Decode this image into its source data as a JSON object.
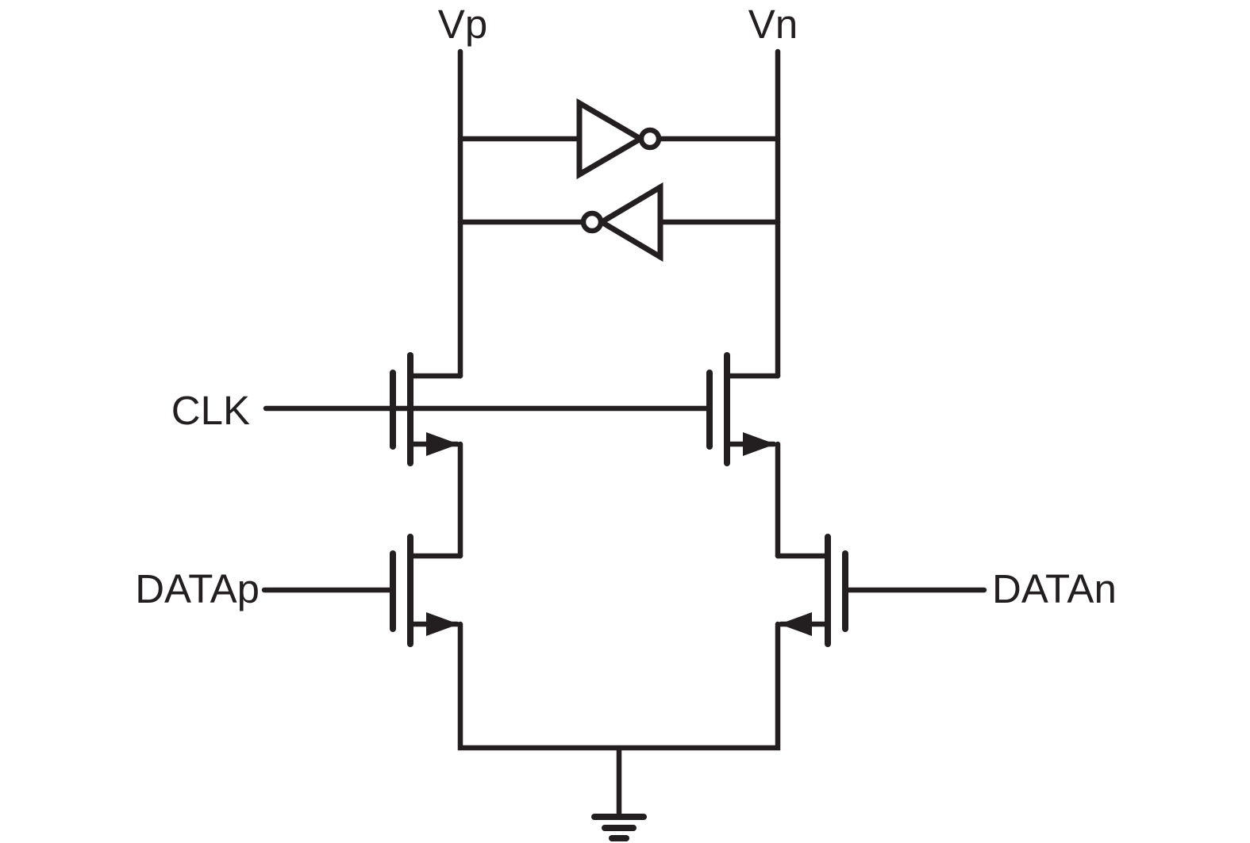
{
  "diagram": {
    "type": "circuit-schematic",
    "labels": {
      "rail_left": "Vp",
      "rail_right": "Vn",
      "clock": "CLK",
      "data_p": "DATAp",
      "data_n": "DATAn"
    },
    "colors": {
      "ink": "#231f20",
      "paper": "#ffffff"
    },
    "components": {
      "inverters": [
        {
          "name": "forward-inverter",
          "input": "Vp",
          "output": "Vn",
          "bubble_side": "output-right"
        },
        {
          "name": "feedback-inverter",
          "input": "Vn",
          "output": "Vp",
          "bubble_side": "output-left"
        }
      ],
      "transistors": [
        {
          "name": "clk-nmos-left",
          "gate": "CLK",
          "drain_rail": "Vp"
        },
        {
          "name": "clk-nmos-right",
          "gate": "CLK",
          "drain_rail": "Vn"
        },
        {
          "name": "data-nmos-left",
          "gate": "DATAp",
          "drain_rail": "Vp"
        },
        {
          "name": "data-nmos-right",
          "gate": "DATAn",
          "drain_rail": "Vn"
        }
      ],
      "ground": {
        "name": "ground-symbol",
        "bars": 3
      }
    }
  }
}
